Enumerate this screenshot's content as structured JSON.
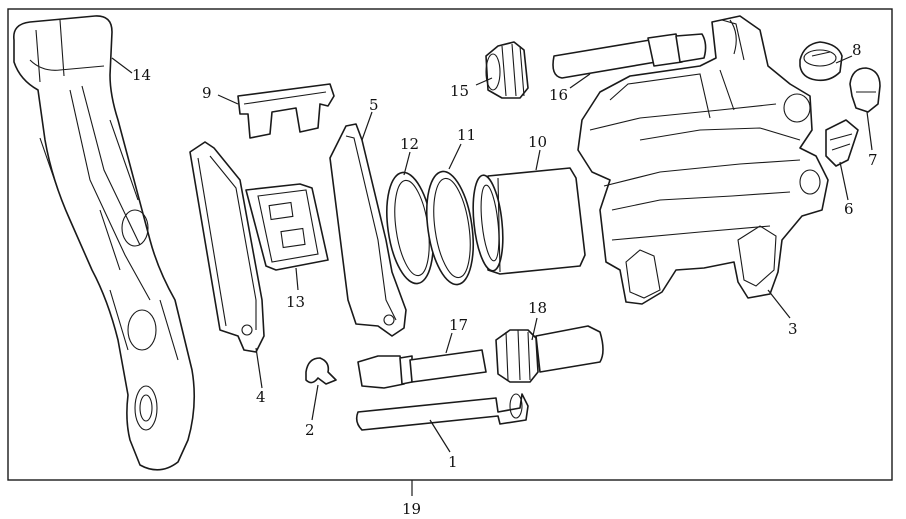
{
  "diagram": {
    "frame_label": "19",
    "callouts": {
      "c1": "1",
      "c2": "2",
      "c3": "3",
      "c4": "4",
      "c5": "5",
      "c6": "6",
      "c7": "7",
      "c8": "8",
      "c9": "9",
      "c10": "10",
      "c11": "11",
      "c12": "12",
      "c13": "13",
      "c14": "14",
      "c15": "15",
      "c16": "16",
      "c17": "17",
      "c18": "18"
    }
  }
}
